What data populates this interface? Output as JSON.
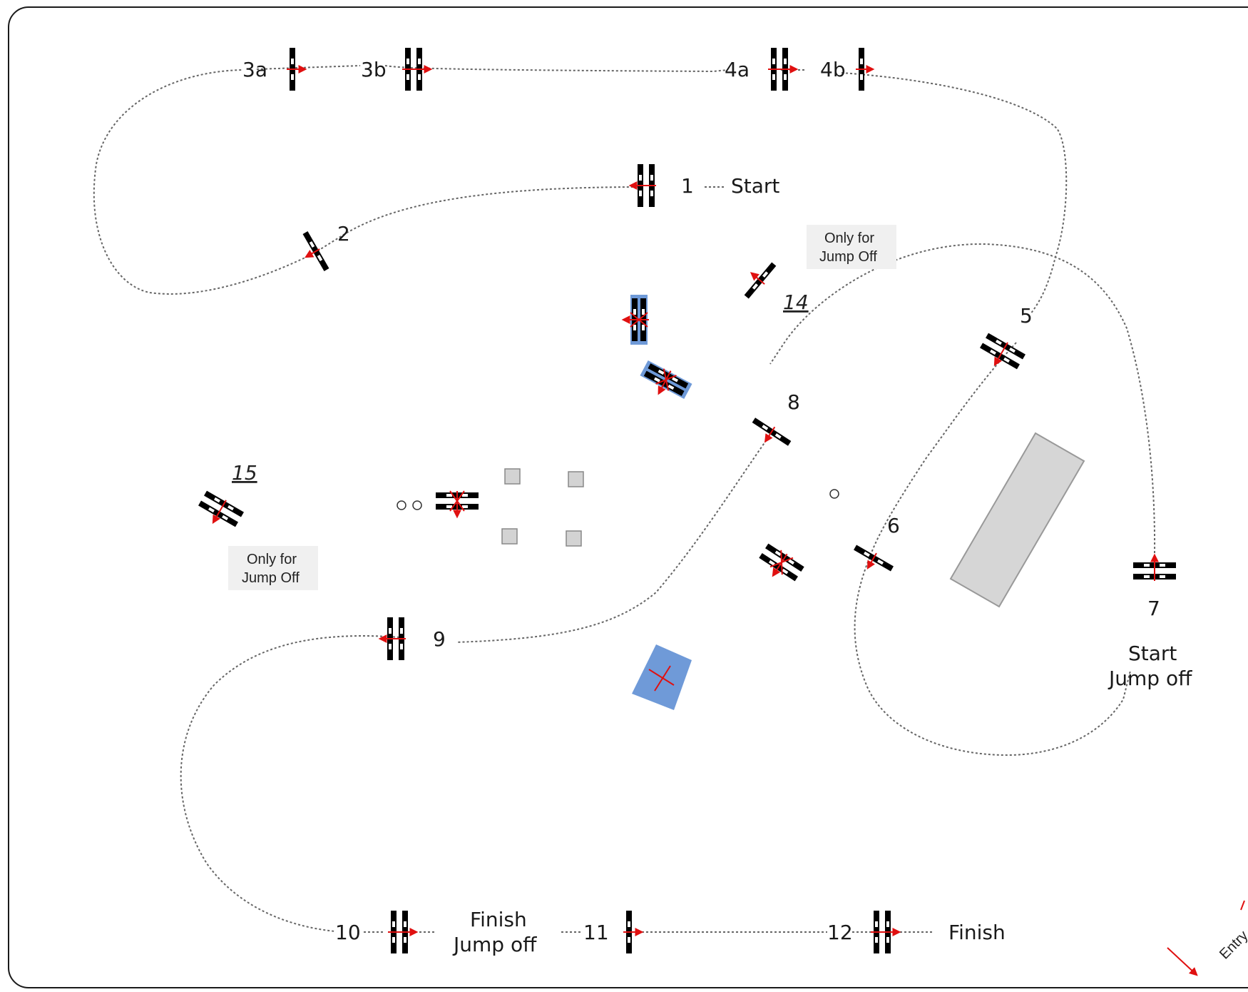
{
  "labels": {
    "jump_1": "1",
    "start": "Start",
    "jump_2": "2",
    "jump_3a": "3a",
    "jump_3b": "3b",
    "jump_4a": "4a",
    "jump_4b": "4b",
    "jump_5": "5",
    "jump_6": "6",
    "jump_7": "7",
    "start_jump_off_line1": "Start",
    "start_jump_off_line2": "Jump off",
    "jump_8": "8",
    "jump_9": "9",
    "jump_10": "10",
    "finish_jump_off_line1": "Finish",
    "finish_jump_off_line2": "Jump off",
    "jump_11": "11",
    "jump_12": "12",
    "finish": "Finish",
    "jump_14": "14",
    "jump_15": "15",
    "only_for_jump_off_a_line1": "Only for",
    "only_for_jump_off_a_line2": "Jump Off",
    "only_for_jump_off_b_line1": "Only for",
    "only_for_jump_off_b_line2": "Jump Off",
    "entry": "Entry"
  },
  "colors": {
    "border": "#1a1a1a",
    "route": "#666666",
    "pole_dark": "#000000",
    "pole_light": "#ffffff",
    "direction_arrow": "#e01010",
    "water_tray": "#6f9ad8",
    "obstacle_fill": "#d3d3d3",
    "obstacle_stroke": "#888888",
    "note_box": "#f0f0f0"
  }
}
